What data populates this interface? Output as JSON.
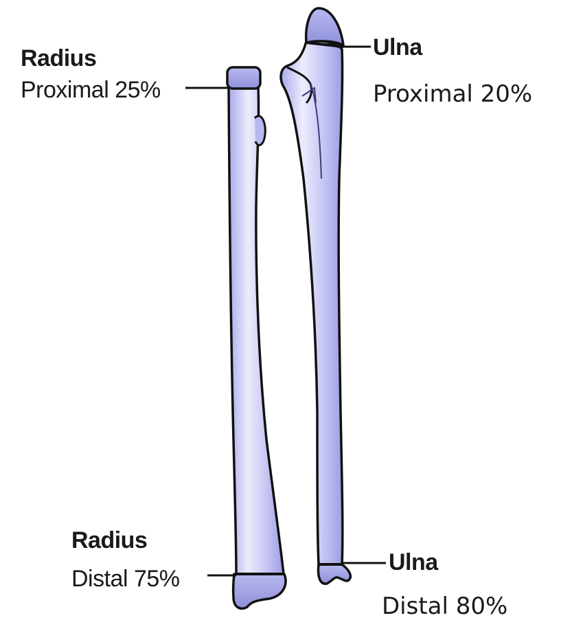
{
  "labels": {
    "radius_proximal": {
      "bone": "Radius",
      "detail": "Proximal 25%"
    },
    "ulna_proximal": {
      "bone": "Ulna",
      "detail": "Proximal 20%"
    },
    "radius_distal": {
      "bone": "Radius",
      "detail": "Distal 75%"
    },
    "ulna_distal": {
      "bone": "Ulna",
      "detail": "Distal 80%"
    }
  },
  "colors": {
    "bone_fill": "#c9c9f2",
    "bone_highlight": "#eeeefc",
    "bone_shade": "#9c9ce6",
    "outline": "#111111",
    "leader": "#111111"
  }
}
